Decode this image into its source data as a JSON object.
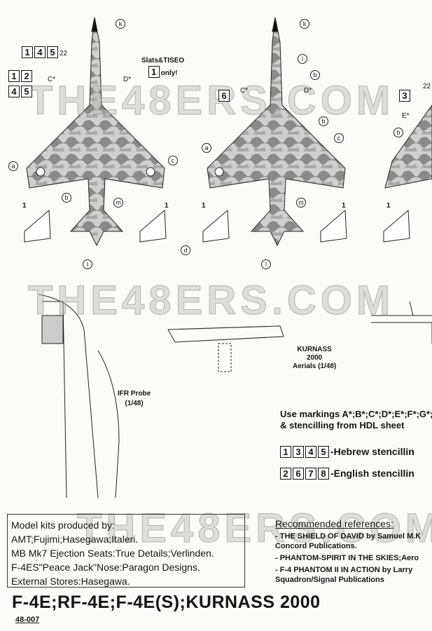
{
  "watermark": "THE48ERS.COM",
  "diagrams": {
    "plane1": {
      "boxes_top": [
        "1",
        "4",
        "5"
      ],
      "boxes_top_suffix": "22",
      "boxes_left_row1": [
        "1",
        "2"
      ],
      "boxes_left_row2": [
        "4",
        "5"
      ],
      "labels": [
        "C*",
        "D*"
      ],
      "callout": {
        "text": "Slats&TISEO",
        "box": "1",
        "suffix": "only!"
      },
      "letters": [
        "k",
        "a",
        "b",
        "c",
        "m",
        "l",
        "d",
        "1",
        "1"
      ]
    },
    "plane2": {
      "box": "6",
      "labels": [
        "C*",
        "D*"
      ],
      "letters": [
        "k",
        "l",
        "b",
        "b",
        "c",
        "a",
        "m",
        "l",
        "1",
        "1"
      ]
    },
    "plane3": {
      "box": "3",
      "number": "22",
      "labels": [
        "E*"
      ],
      "letters": [
        "b",
        "1"
      ]
    }
  },
  "aerials": {
    "line1": "KURNASS",
    "line2": "2000",
    "line3": "Aerials (1/48)"
  },
  "ifr_probe": {
    "line1": "IFR Probe",
    "line2": "(1/48)"
  },
  "usage": {
    "line1": "Use markings A*;B*;C*;D*;E*;F*;G*;",
    "line2": "& stencilling from HDL sheet",
    "hebrew": {
      "boxes": [
        "1",
        "3",
        "4",
        "5"
      ],
      "text": "-Hebrew stencillin"
    },
    "english": {
      "boxes": [
        "2",
        "6",
        "7",
        "8"
      ],
      "text": "-English stencillin"
    }
  },
  "kits": {
    "heading": "Model kits produced by:",
    "lines": [
      "AMT;Fujimi;Hasegawa;Italeri.",
      "MB Mk7 Ejection Seats:True Details;Verlinden.",
      "F-4ES\"Peace Jack\"Nose:Paragon Designs.",
      "External Stores:Hasegawa."
    ]
  },
  "references": {
    "heading": "Recommended references:",
    "items": [
      "- THE SHIELD OF DAVID by Samuel M.K",
      "Concord Publications.",
      "- PHANTOM-SPIRIT IN THE SKIES;Aero",
      "- F-4 PHANTOM II IN ACTION by Larry",
      "Squadron/Signal Publications"
    ]
  },
  "title": "F-4E;RF-4E;F-4E(S);KURNASS 2000",
  "code": "48-007"
}
